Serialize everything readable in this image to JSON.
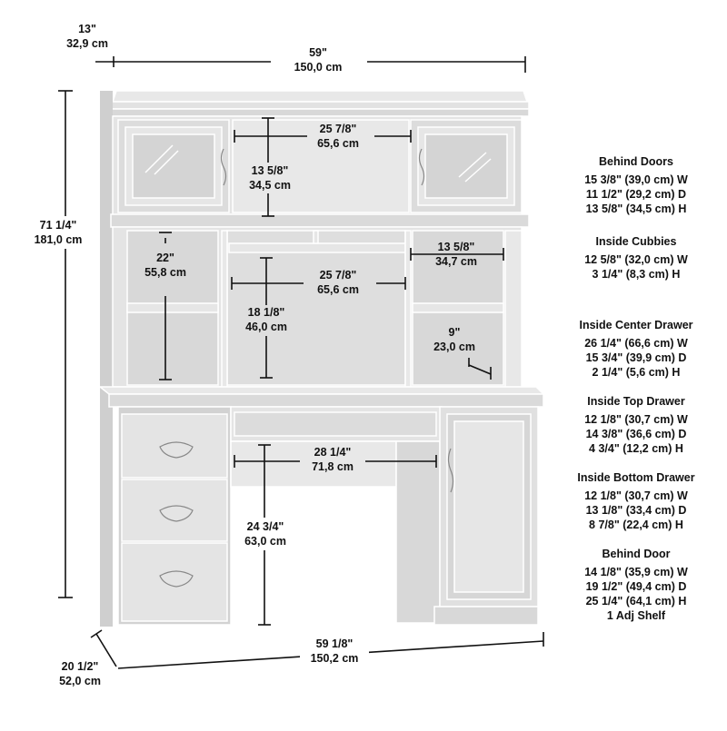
{
  "dimensions": {
    "top_depth_in": "13\"",
    "top_depth_cm": "32,9 cm",
    "top_width_in": "59\"",
    "top_width_cm": "150,0 cm",
    "height_in": "71 1/4\"",
    "height_cm": "181,0 cm",
    "hutch_center_width_in": "25 7/8\"",
    "hutch_center_width_cm": "65,6 cm",
    "hutch_door_height_in": "13 5/8\"",
    "hutch_door_height_cm": "34,5 cm",
    "left_cubby_height_in": "22\"",
    "left_cubby_height_cm": "55,8 cm",
    "right_cubby_width_in": "13 5/8\"",
    "right_cubby_width_cm": "34,7 cm",
    "center_open_width_in": "25 7/8\"",
    "center_open_width_cm": "65,6 cm",
    "center_open_height_in": "18 1/8\"",
    "center_open_height_cm": "46,0 cm",
    "shelf_depth_in": "9\"",
    "shelf_depth_cm": "23,0 cm",
    "knee_width_in": "28 1/4\"",
    "knee_width_cm": "71,8 cm",
    "knee_height_in": "24 3/4\"",
    "knee_height_cm": "63,0 cm",
    "base_width_in": "59 1/8\"",
    "base_width_cm": "150,2 cm",
    "base_depth_in": "20 1/2\"",
    "base_depth_cm": "52,0 cm"
  },
  "specs": [
    {
      "title": "Behind Doors",
      "lines": [
        "15 3/8\" (39,0 cm) W",
        "11 1/2\" (29,2 cm) D",
        "13 5/8\" (34,5 cm) H"
      ]
    },
    {
      "title": "Inside Cubbies",
      "lines": [
        "12 5/8\" (32,0 cm) W",
        "3 1/4\" (8,3 cm) H"
      ]
    },
    {
      "title": "Inside Center Drawer",
      "lines": [
        "26 1/4\" (66,6 cm) W",
        "15 3/4\" (39,9 cm) D",
        "2 1/4\" (5,6 cm) H"
      ]
    },
    {
      "title": "Inside Top Drawer",
      "lines": [
        "12 1/8\" (30,7 cm) W",
        "14 3/8\" (36,6 cm) D",
        "4 3/4\" (12,2 cm) H"
      ]
    },
    {
      "title": "Inside Bottom Drawer",
      "lines": [
        "12 1/8\" (30,7 cm) W",
        "13 1/8\" (33,4 cm) D",
        "8 7/8\" (22,4 cm) H"
      ]
    },
    {
      "title": "Behind Door",
      "lines": [
        "14 1/8\" (35,9 cm) W",
        "19 1/2\" (49,4 cm) D",
        "25 1/4\" (64,1 cm) H",
        "1 Adj Shelf"
      ]
    }
  ]
}
